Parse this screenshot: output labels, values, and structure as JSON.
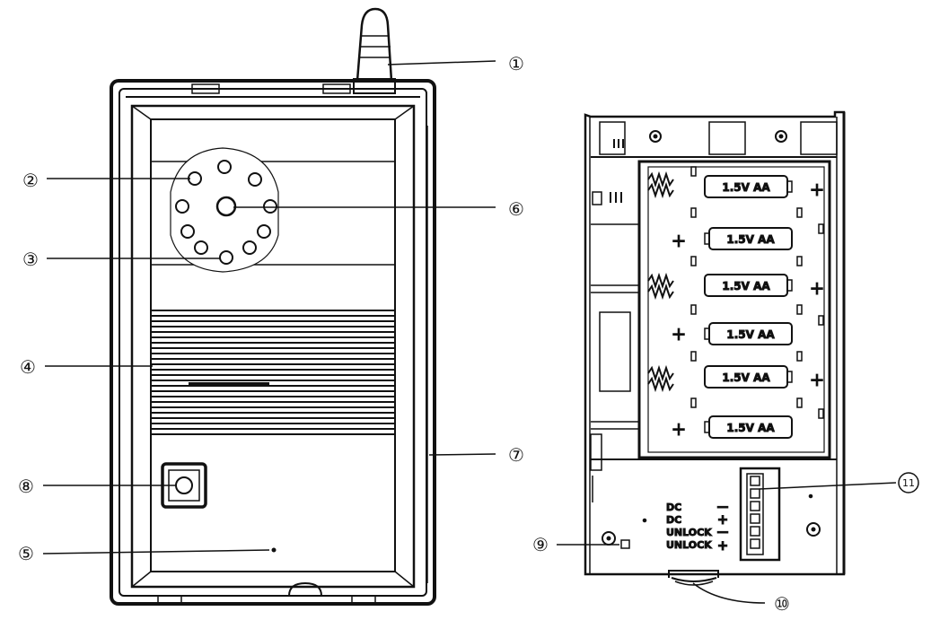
{
  "callouts": {
    "c1": "①",
    "c2": "②",
    "c3": "③",
    "c4": "④",
    "c5": "⑤",
    "c6": "⑥",
    "c7": "⑦",
    "c8": "⑧",
    "c9": "⑨",
    "c10": "⑩",
    "c11": "11"
  },
  "battery_compartment": {
    "cells": [
      "1.5V  AA",
      "1.5V  AA",
      "1.5V  AA",
      "1.5V  AA",
      "1.5V  AA",
      "1.5V  AA"
    ],
    "plus_sign": "+"
  },
  "terminal_block": {
    "labels": [
      "DC",
      "DC",
      "UNLOCK",
      "UNLOCK"
    ],
    "polarity": [
      "—",
      "+",
      "—",
      "+"
    ]
  },
  "colors": {
    "line": "#111111",
    "background": "#ffffff"
  }
}
